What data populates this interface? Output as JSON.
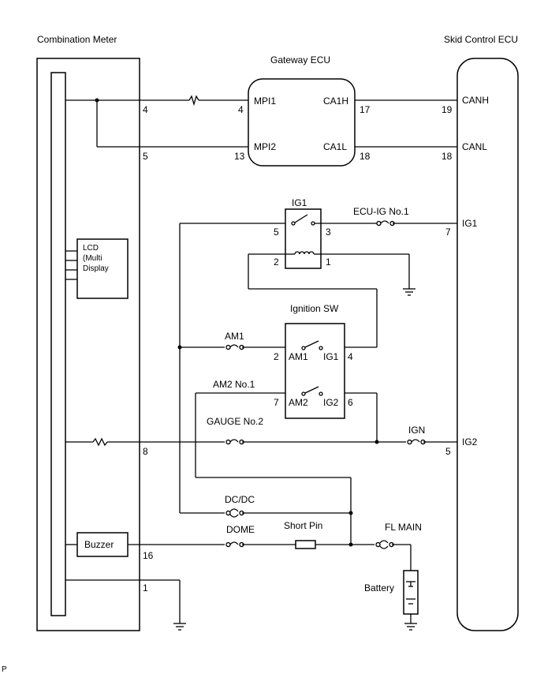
{
  "components": {
    "combination_meter": "Combination Meter",
    "skid_control_ecu": "Skid Control ECU",
    "gateway_ecu": "Gateway ECU",
    "ignition_sw": "Ignition SW",
    "ig1_relay": "IG1",
    "lcd_line1": "LCD",
    "lcd_line2": "(Multi",
    "lcd_line3": "Display",
    "buzzer": "Buzzer",
    "battery": "Battery",
    "short_pin": "Short Pin"
  },
  "fuses": {
    "ecu_ig_no1": "ECU-IG No.1",
    "am1": "AM1",
    "am2_no1": "AM2 No.1",
    "gauge_no2": "GAUGE No.2",
    "ign": "IGN",
    "dcdc": "DC/DC",
    "dome": "DOME",
    "fl_main": "FL MAIN"
  },
  "pins": {
    "meter_4": "4",
    "meter_5": "5",
    "meter_8": "8",
    "meter_16": "16",
    "meter_1": "1",
    "gw_4": "4",
    "gw_13": "13",
    "gw_17": "17",
    "gw_18": "18",
    "gw_mpi1": "MPI1",
    "gw_mpi2": "MPI2",
    "gw_ca1h": "CA1H",
    "gw_ca1l": "CA1L",
    "ecu_19": "19",
    "ecu_18": "18",
    "ecu_7": "7",
    "ecu_5": "5",
    "ecu_canh": "CANH",
    "ecu_canl": "CANL",
    "ecu_ig1": "IG1",
    "ecu_ig2": "IG2",
    "relay_5": "5",
    "relay_3": "3",
    "relay_2": "2",
    "relay_1": "1",
    "sw_2": "2",
    "sw_4": "4",
    "sw_7": "7",
    "sw_6": "6",
    "sw_am1": "AM1",
    "sw_ig1": "IG1",
    "sw_am2": "AM2",
    "sw_ig2": "IG2"
  },
  "footer": "P"
}
